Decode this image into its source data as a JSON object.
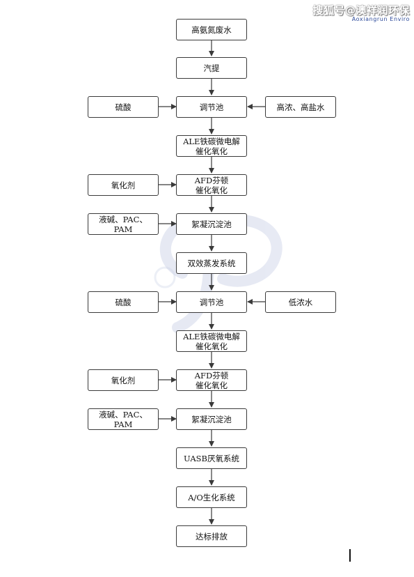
{
  "watermark": {
    "line1": "搜狐号@澳祥润环保",
    "line2": "Aoxiangrun Enviro"
  },
  "flow": {
    "main": [
      "高氨氮废水",
      "汽提",
      "调节池",
      "ALE铁碳微电解\n催化氧化",
      "AFD芬顿\n催化氧化",
      "絮凝沉淀池",
      "双效蒸发系统",
      "调节池",
      "ALE铁碳微电解\n催化氧化",
      "AFD芬顿\n催化氧化",
      "絮凝沉淀池",
      "UASB厌氧系统",
      "A/O生化系统",
      "达标排放"
    ],
    "side_left": [
      "硫酸",
      "氧化剂",
      "液碱、PAC、\nPAM",
      "硫酸",
      "氧化剂",
      "液碱、PAC、\nPAM"
    ],
    "side_right": [
      "高浓、高盐水",
      "低浓水"
    ]
  },
  "colors": {
    "line": "#3a3a3a",
    "watermark_logo": "#c9d0e6"
  }
}
